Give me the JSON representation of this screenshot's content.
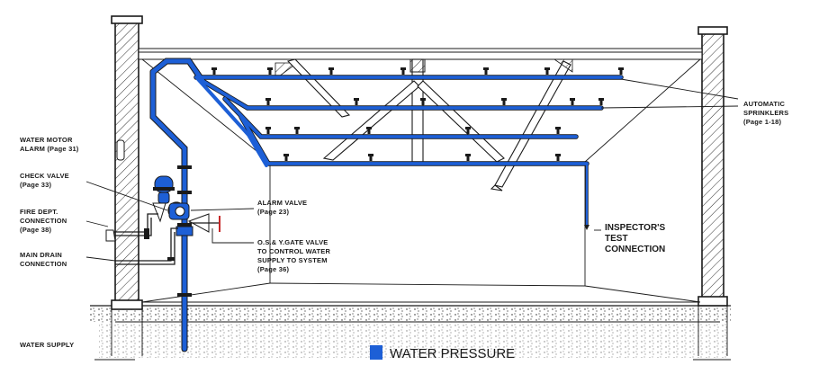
{
  "labels": {
    "water_motor_alarm": [
      "WATER MOTOR",
      "ALARM (Page 31)"
    ],
    "check_valve": [
      "CHECK VALVE",
      "(Page 33)"
    ],
    "fire_dept_connection": [
      "FIRE DEPT.",
      "CONNECTION",
      "(Page 38)"
    ],
    "main_drain_connection": [
      "MAIN DRAIN",
      "CONNECTION"
    ],
    "water_supply": "WATER SUPPLY",
    "alarm_valve": [
      "ALARM VALVE",
      "(Page 23)"
    ],
    "gate_valve": [
      "O.S.& Y.GATE VALVE",
      "TO CONTROL WATER",
      "SUPPLY TO SYSTEM",
      "(Page 36)"
    ],
    "automatic_sprinklers": [
      "AUTOMATIC",
      "SPRINKLERS",
      "(Page 1-18)"
    ],
    "inspectors_test": [
      "INSPECTOR'S",
      "TEST",
      "CONNECTION"
    ]
  },
  "legend": {
    "label": "WATER PRESSURE",
    "color": "#1d5fd6"
  },
  "colors": {
    "water": "#1d5fd6",
    "outline": "#1a1a1a"
  }
}
